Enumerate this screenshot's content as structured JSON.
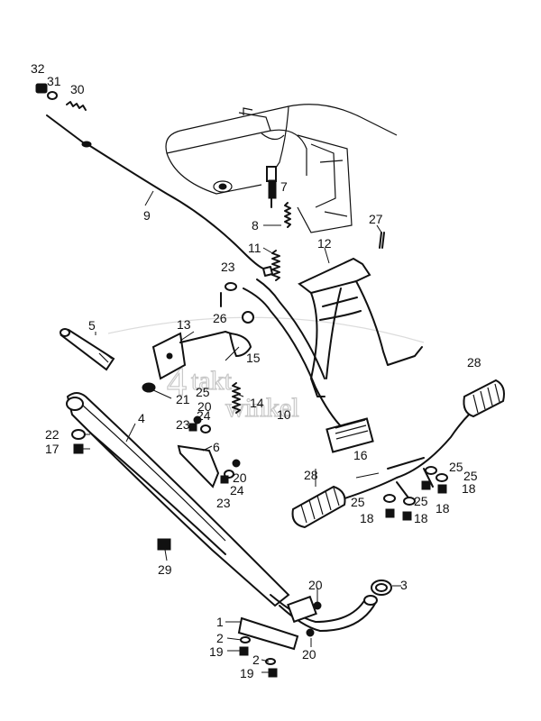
{
  "watermark": {
    "line1": "takt",
    "line2": "winkel",
    "prefix": "4"
  },
  "callouts": [
    {
      "id": "c32a",
      "text": "32"
    },
    {
      "id": "c31",
      "text": "31"
    },
    {
      "id": "c30",
      "text": "30"
    },
    {
      "id": "c9",
      "text": "9"
    },
    {
      "id": "c7",
      "text": "7"
    },
    {
      "id": "c8",
      "text": "8"
    },
    {
      "id": "c27",
      "text": "27"
    },
    {
      "id": "c11",
      "text": "11"
    },
    {
      "id": "c12",
      "text": "12"
    },
    {
      "id": "c23a",
      "text": "23"
    },
    {
      "id": "c26",
      "text": "26"
    },
    {
      "id": "c5",
      "text": "5"
    },
    {
      "id": "c13",
      "text": "13"
    },
    {
      "id": "c15",
      "text": "15"
    },
    {
      "id": "c21",
      "text": "21"
    },
    {
      "id": "c25a",
      "text": "25"
    },
    {
      "id": "c20a",
      "text": "20"
    },
    {
      "id": "c14",
      "text": "14"
    },
    {
      "id": "c10",
      "text": "10"
    },
    {
      "id": "c24a",
      "text": "24"
    },
    {
      "id": "c23b",
      "text": "23"
    },
    {
      "id": "c4",
      "text": "4"
    },
    {
      "id": "c22",
      "text": "22"
    },
    {
      "id": "c17",
      "text": "17"
    },
    {
      "id": "c6",
      "text": "6"
    },
    {
      "id": "c20b",
      "text": "20"
    },
    {
      "id": "c24b",
      "text": "24"
    },
    {
      "id": "c23c",
      "text": "23"
    },
    {
      "id": "c28a",
      "text": "28"
    },
    {
      "id": "c16",
      "text": "16"
    },
    {
      "id": "c25b",
      "text": "25"
    },
    {
      "id": "c25c",
      "text": "25"
    },
    {
      "id": "c18a",
      "text": "18"
    },
    {
      "id": "c28b",
      "text": "28"
    },
    {
      "id": "c25d",
      "text": "25"
    },
    {
      "id": "c25e",
      "text": "25"
    },
    {
      "id": "c18b",
      "text": "18"
    },
    {
      "id": "c18c",
      "text": "18"
    },
    {
      "id": "c18d",
      "text": "18"
    },
    {
      "id": "c29",
      "text": "29"
    },
    {
      "id": "c20c",
      "text": "20"
    },
    {
      "id": "c3",
      "text": "3"
    },
    {
      "id": "c1",
      "text": "1"
    },
    {
      "id": "c2a",
      "text": "2"
    },
    {
      "id": "c19a",
      "text": "19"
    },
    {
      "id": "c20d",
      "text": "20"
    },
    {
      "id": "c2b",
      "text": "2"
    },
    {
      "id": "c19b",
      "text": "19"
    }
  ]
}
